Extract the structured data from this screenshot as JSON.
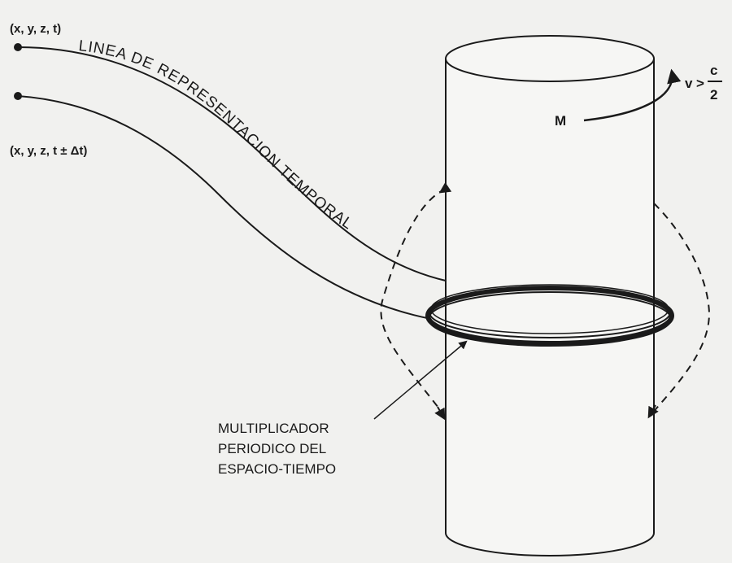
{
  "labels": {
    "point_top": "(x, y, z, t)",
    "point_bottom": "(x, y, z, t ± Δt)",
    "time_line": "LINEA DE REPRESENTACION TEMPORAL",
    "mass": "M",
    "velocity_v": "v",
    "velocity_gt": ">",
    "velocity_num": "c",
    "velocity_den": "2",
    "multiplier_line1": "MULTIPLICADOR",
    "multiplier_line2": "PERIODICO DEL",
    "multiplier_line3": "ESPACIO-TIEMPO"
  },
  "colors": {
    "ink": "#1a1a1a",
    "paper": "#f1f1ef"
  }
}
